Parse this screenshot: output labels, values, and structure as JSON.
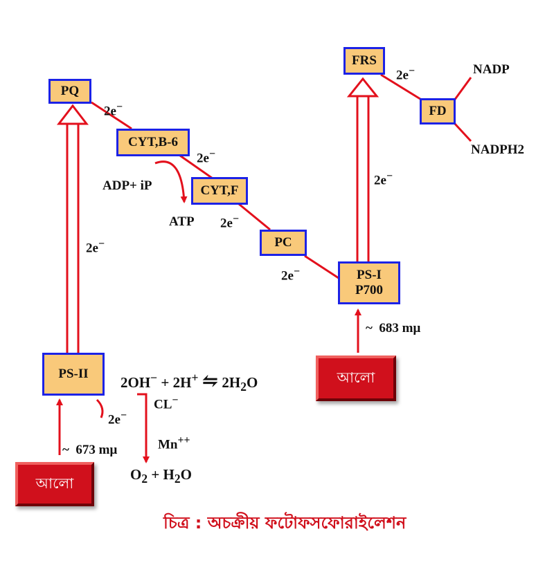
{
  "boxes": {
    "pq": "PQ",
    "cyt_b6": "CYT,B-6",
    "cyt_f": "CYT,F",
    "pc": "PC",
    "ps1": [
      "PS-I",
      "P700"
    ],
    "ps2": "PS-II",
    "frs": "FRS",
    "fd": "FD"
  },
  "labels": {
    "electron": "2e",
    "electron_sup": "−",
    "nadp": "NADP",
    "nadph2": "NADPH2",
    "adp_ip": "ADP+ iP",
    "atp": "ATP",
    "wavelength_1": "683 mμ",
    "wavelength_2": "673 mμ",
    "tilde": "~",
    "cl": "CL",
    "mn": "Mn",
    "mn_sup": "++"
  },
  "equations": {
    "water": {
      "oh": "2OH",
      "oh_sup": "−",
      "plus": " + 2H",
      "h_sup": "+",
      "arrow": "⇋",
      "h2o_1": " 2H",
      "h2o_sub": "2",
      "h2o_2": "O"
    },
    "product": {
      "o": "O",
      "o_sub": "2",
      "mid": " + H",
      "h_sub": "2",
      "end": "O"
    }
  },
  "light_button": "আলো",
  "caption": "চিত্র : অচক্রীয় ফটোফসফোরাইলেশন",
  "colors": {
    "box_fill": "#f9c97a",
    "box_border": "#1c22e6",
    "arrow_red": "#e3101c",
    "light_red": "#d0101c",
    "caption_red": "#d0101c"
  }
}
